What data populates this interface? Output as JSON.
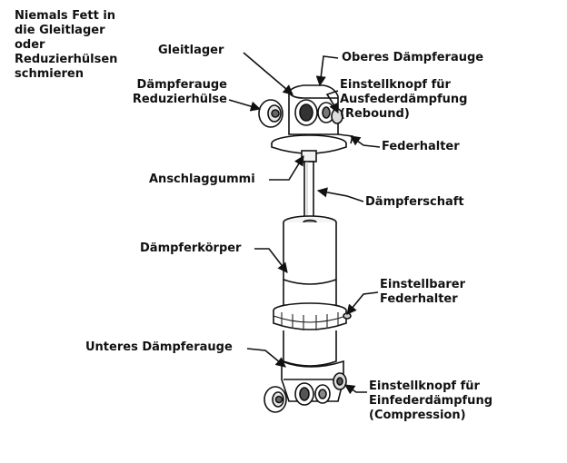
{
  "diagram": {
    "note": [
      "Niemals Fett in",
      "die Gleitlager",
      "oder",
      "Reduzierhülsen",
      "schmieren"
    ],
    "labels": {
      "gleitlager": [
        "Gleitlager"
      ],
      "oberes_daempferauge": [
        "Oberes Dämpferauge"
      ],
      "reduzierhuelse": [
        "Dämpferauge",
        "Reduzierhülse"
      ],
      "einstellknopf_rebound": [
        "Einstellknopf für",
        "Ausfederdämpfung",
        "(Rebound)"
      ],
      "federhalter": [
        "Federhalter"
      ],
      "anschlaggummi": [
        "Anschlaggummi"
      ],
      "daempferschaft": [
        "Dämpferschaft"
      ],
      "daempferkoerper": [
        "Dämpferkörper"
      ],
      "einstellbarer_federhalter": [
        "Einstellbarer",
        "Federhalter"
      ],
      "unteres_daempferauge": [
        "Unteres Dämpferauge"
      ],
      "einstellknopf_compression": [
        "Einstellknopf für",
        "Einfederdämpfung",
        "(Compression)"
      ]
    }
  }
}
